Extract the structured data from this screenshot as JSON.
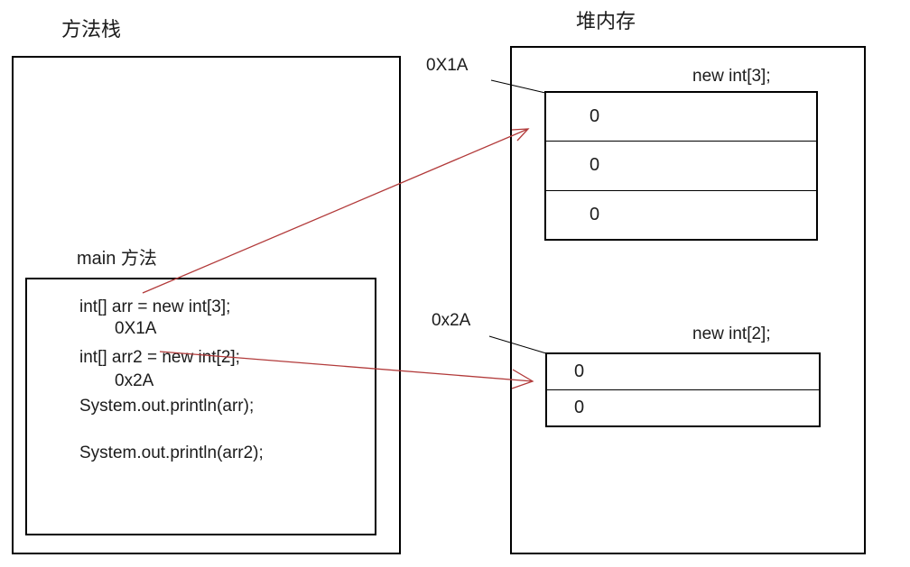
{
  "titles": {
    "stack": "方法栈",
    "heap": "堆内存",
    "main_method": "main 方法"
  },
  "stack": {
    "code_lines": [
      "int[] arr = new int[3];",
      "0X1A",
      "int[] arr2 = new int[2];",
      "0x2A",
      "System.out.println(arr);",
      "System.out.println(arr2);"
    ]
  },
  "heap": {
    "array1": {
      "label": "new int[3];",
      "address_label": "0X1A",
      "values": [
        "0",
        "0",
        "0"
      ]
    },
    "array2": {
      "label": "new int[2];",
      "address_label": "0x2A",
      "values": [
        "0",
        "0"
      ]
    }
  },
  "colors": {
    "arrow_red": "#b23a3a",
    "line_black": "#000000"
  }
}
